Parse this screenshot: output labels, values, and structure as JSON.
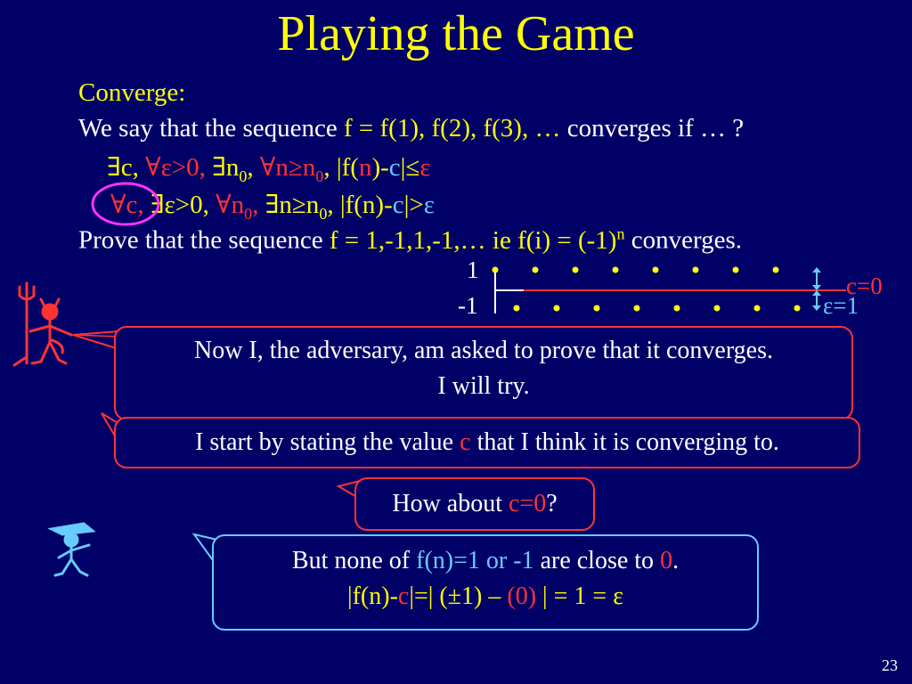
{
  "title": "Playing the Game",
  "converge_label": "Converge:",
  "statement": {
    "prefix": "We say that the sequence ",
    "f_def": "f = f(1), f(2), f(3), …",
    "suffix": " converges if … ?"
  },
  "formula1": {
    "p1": "∃c, ",
    "p2": "∀ε>0, ",
    "p3": "∃n",
    "p3_sub": "0",
    "p4": ", ",
    "p5": "∀n≥n",
    "p5_sub": "0",
    "p6": ", ",
    "p7": "|f(",
    "p8": "n",
    "p9": ")-",
    "p10": "c",
    "p11": "|≤",
    "p12": "ε"
  },
  "formula2": {
    "p1": "∀c, ",
    "p2": "∃ε>0, ",
    "p3": "∀n",
    "p3_sub": "0",
    "p4": ", ",
    "p5": "∃n≥n",
    "p5_sub": "0",
    "p6": ", ",
    "p7": "|f(n)-",
    "p8": "c",
    "p9": "|>",
    "p10": "ε"
  },
  "prove": {
    "prefix": "Prove that the sequence ",
    "seq": "f = 1,-1,1,-1,…  ie f(i) = (-1)",
    "seq_sup": "n",
    "suffix": "  converges."
  },
  "plot": {
    "label_top": "1",
    "label_bottom": "-1",
    "c_label": "c=0",
    "eps_label": "ε=1",
    "dot_count_top": 8,
    "dot_count_bottom": 8
  },
  "callouts": {
    "adversary_1": "Now I, the adversary, am asked to prove that it converges.",
    "adversary_2": "I will try.",
    "start_prefix": "I start by stating the value ",
    "start_c": "c",
    "start_suffix": " that I think it is converging to.",
    "how_prefix": "How about ",
    "how_c": "c=0",
    "how_suffix": "?",
    "reply_prefix": "But none of ",
    "reply_f": "f(n)=1 or -1",
    "reply_mid": " are close to ",
    "reply_zero": "0",
    "reply_end": ".",
    "reply2_a": "|f(n)-",
    "reply2_c": "c",
    "reply2_b": "|=| (±1) – ",
    "reply2_zero": "(0)",
    "reply2_c2": " | = 1 = ε"
  },
  "page_number": "23",
  "colors": {
    "background": "#000066",
    "title": "#ffff00",
    "red": "#ff3333",
    "cyan": "#66ccff"
  }
}
